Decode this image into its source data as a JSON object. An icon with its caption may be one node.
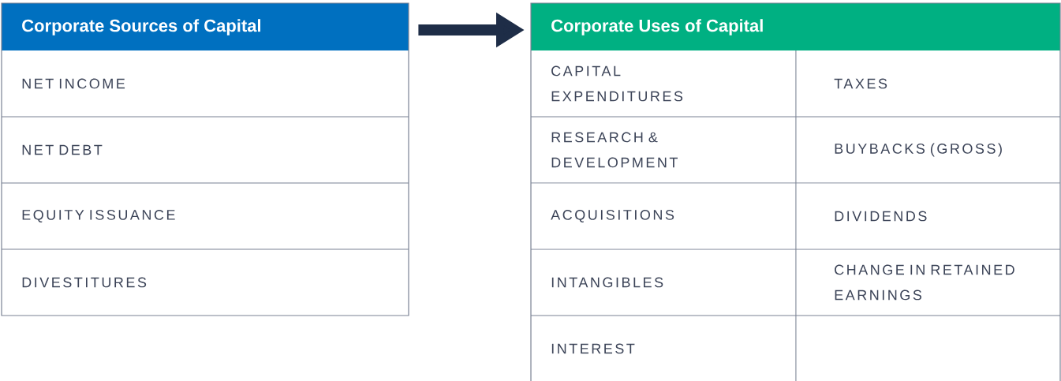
{
  "diagram": {
    "nodes": [
      {
        "text": [
          "Corporate Sources of Capital"
        ]
      },
      {
        "text": [
          "NET INCOME"
        ],
        "in": 0
      },
      {
        "text": [
          "NET DEBT"
        ],
        "in": 0
      },
      {
        "text": [
          "EQUITY ISSUANCE"
        ],
        "in": 0
      },
      {
        "text": [
          "DIVESTITURES"
        ],
        "in": 0
      },
      {
        "text": [
          "Corporate Uses of Capital"
        ]
      },
      {
        "text": [
          "CAPITAL EXPENDITURES"
        ],
        "in": 5
      },
      {
        "text": [
          "TAXES"
        ],
        "in": 5
      },
      {
        "text": [
          "RESEARCH & DEVELOPMENT"
        ],
        "in": 5
      },
      {
        "text": [
          "BUYBACKS (GROSS)"
        ],
        "in": 5
      },
      {
        "text": [
          "ACQUISITIONS"
        ],
        "in": 5
      },
      {
        "text": [
          "DIVIDENDS"
        ],
        "in": 5
      },
      {
        "text": [
          "INTANGIBLES"
        ],
        "in": 5
      },
      {
        "text": [
          "CHANGE IN RETAINED EARNINGS"
        ],
        "in": 5
      },
      {
        "text": [
          "INTEREST"
        ],
        "in": 5
      }
    ],
    "edges": [
      {
        "from": 0,
        "to": 5,
        "arrow": "to"
      }
    ]
  }
}
